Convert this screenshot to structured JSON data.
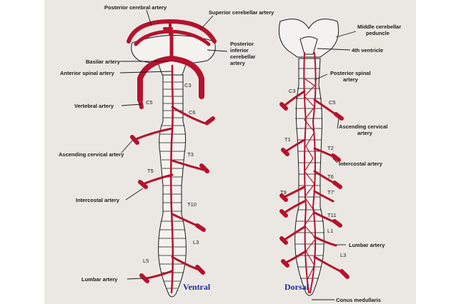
{
  "ventral": {
    "caption": "Ventral",
    "labels": {
      "posterior_cerebral": "Posterior cerebral artery",
      "superior_cerebellar": "Superior cerebellar artery",
      "posterior_inferior_cerebellar": "Posterior\ninferior\ncerebellar\nartery",
      "basilar": "Basilar artery",
      "anterior_spinal": "Anterior spinal artery",
      "vertebral": "Vertebral artery",
      "ascending_cervical": "Ascending cervical artery",
      "intercostal": "Intercostal artery",
      "lumbar": "Lumbar artery"
    },
    "segments": {
      "c3": "C3",
      "c5": "C5",
      "c6": "C6",
      "t3": "T3",
      "t5": "T5",
      "t10": "T10",
      "l3": "L3",
      "l5": "L5"
    }
  },
  "dorsal": {
    "caption": "Dorsal",
    "labels": {
      "middle_cerebellar_peduncle": "Middle cerebellar\npeduncle",
      "fourth_ventricle": "4th ventricle",
      "posterior_spinal": "Posterior spinal\nartery",
      "ascending_cervical": "Ascending cervical\nartery",
      "intercostal": "Intercostal artery",
      "lumbar": "Lumbar artery",
      "conus_medullaris": "Conus medullaris"
    },
    "segments": {
      "c3": "C3",
      "c5": "C5",
      "t1": "T1",
      "t2": "T2",
      "t6": "T6",
      "t7": "T7'",
      "t9": "T9",
      "t11": "T11",
      "l1": "L1",
      "l3": "L3"
    }
  },
  "colors": {
    "artery": "#b5122e",
    "caption": "#1f2aa0",
    "paper": "#ebe8e3"
  }
}
